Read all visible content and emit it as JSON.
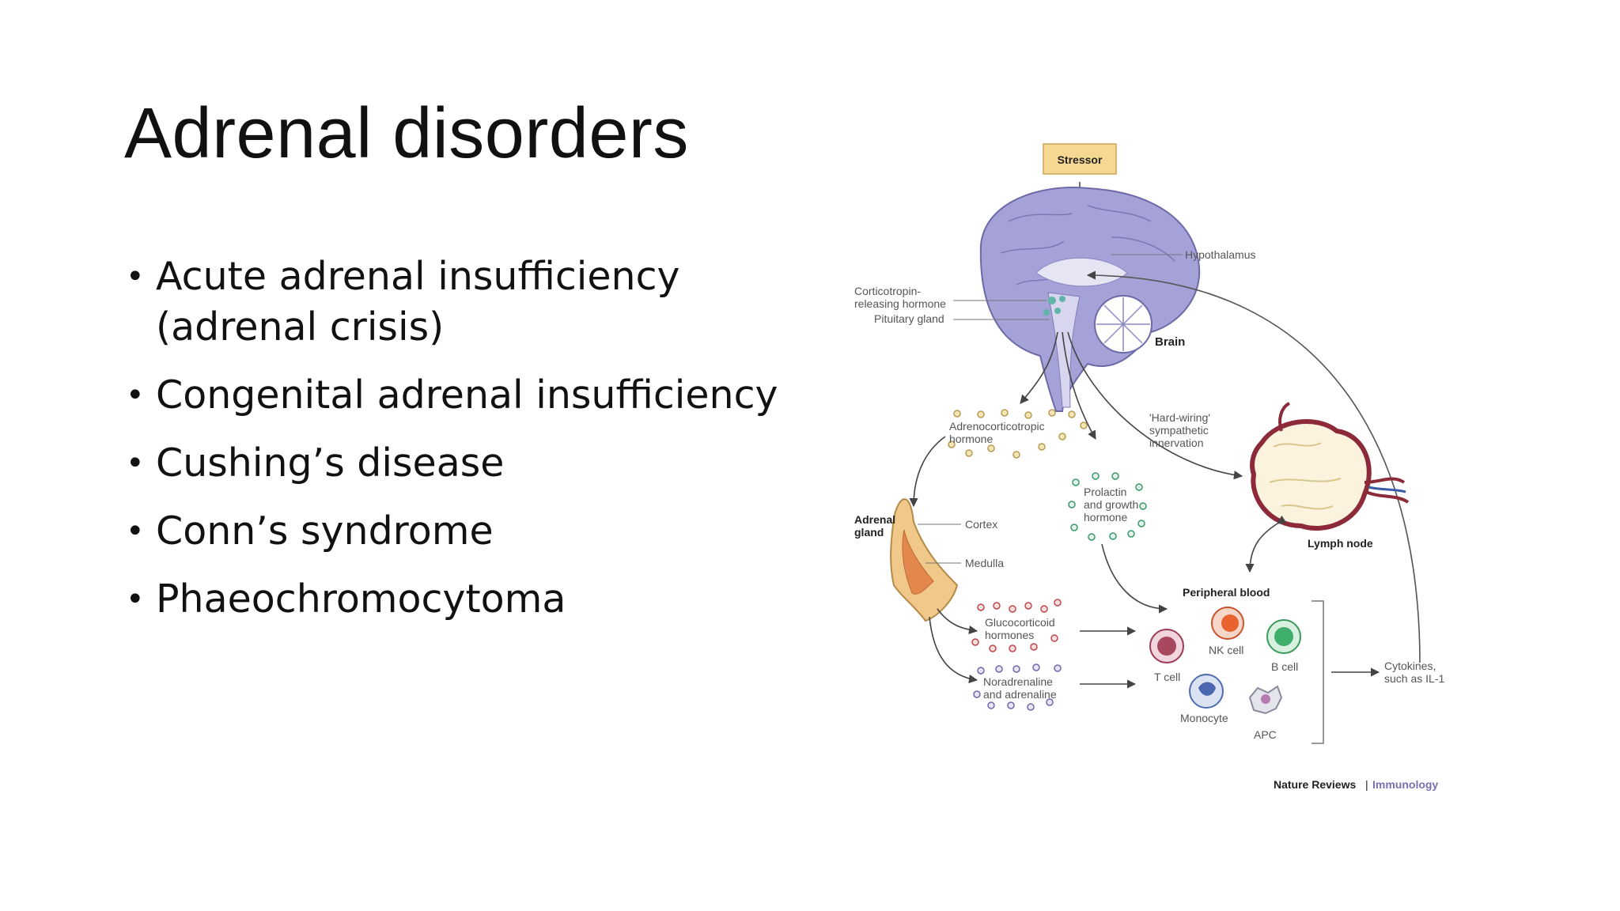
{
  "slide": {
    "title": "Adrenal disorders",
    "bullets": [
      "Acute adrenal insufficiency (adrenal crisis)",
      "Congenital adrenal insufficiency",
      "Cushing’s disease",
      "Conn’s syndrome",
      "Phaeochromocytoma"
    ]
  },
  "figure": {
    "stressor": "Stressor",
    "hypothalamus": "Hypothalamus",
    "crh_line1": "Corticotropin-",
    "crh_line2": "releasing hormone",
    "pituitary": "Pituitary gland",
    "brain": "Brain",
    "hardwiring_line1": "'Hard-wiring'",
    "hardwiring_line2": "sympathetic",
    "hardwiring_line3": "innervation",
    "acth_line1": "Adrenocorticotropic",
    "acth_line2": "hormone",
    "prolactin_line1": "Prolactin",
    "prolactin_line2": "and growth",
    "prolactin_line3": "hormone",
    "adrenal_line1": "Adrenal",
    "adrenal_line2": "gland",
    "cortex": "Cortex",
    "medulla": "Medulla",
    "lymph_node": "Lymph node",
    "peripheral_blood": "Peripheral blood",
    "gluco_line1": "Glucocorticoid",
    "gluco_line2": "hormones",
    "nor_line1": "Noradrenaline",
    "nor_line2": "and adrenaline",
    "nk_cell": "NK cell",
    "b_cell": "B cell",
    "t_cell": "T cell",
    "monocyte": "Monocyte",
    "apc": "APC",
    "cytokines_line1": "Cytokines,",
    "cytokines_line2": "such as IL-1",
    "credit_journal": "Nature Reviews",
    "credit_sep": "|",
    "credit_section": "Immunology"
  },
  "colors": {
    "brain": "#9a98d0",
    "stressor_box": "#f6d893",
    "credit_section": "#7c6fb0",
    "adrenal": "#f0c98a"
  }
}
